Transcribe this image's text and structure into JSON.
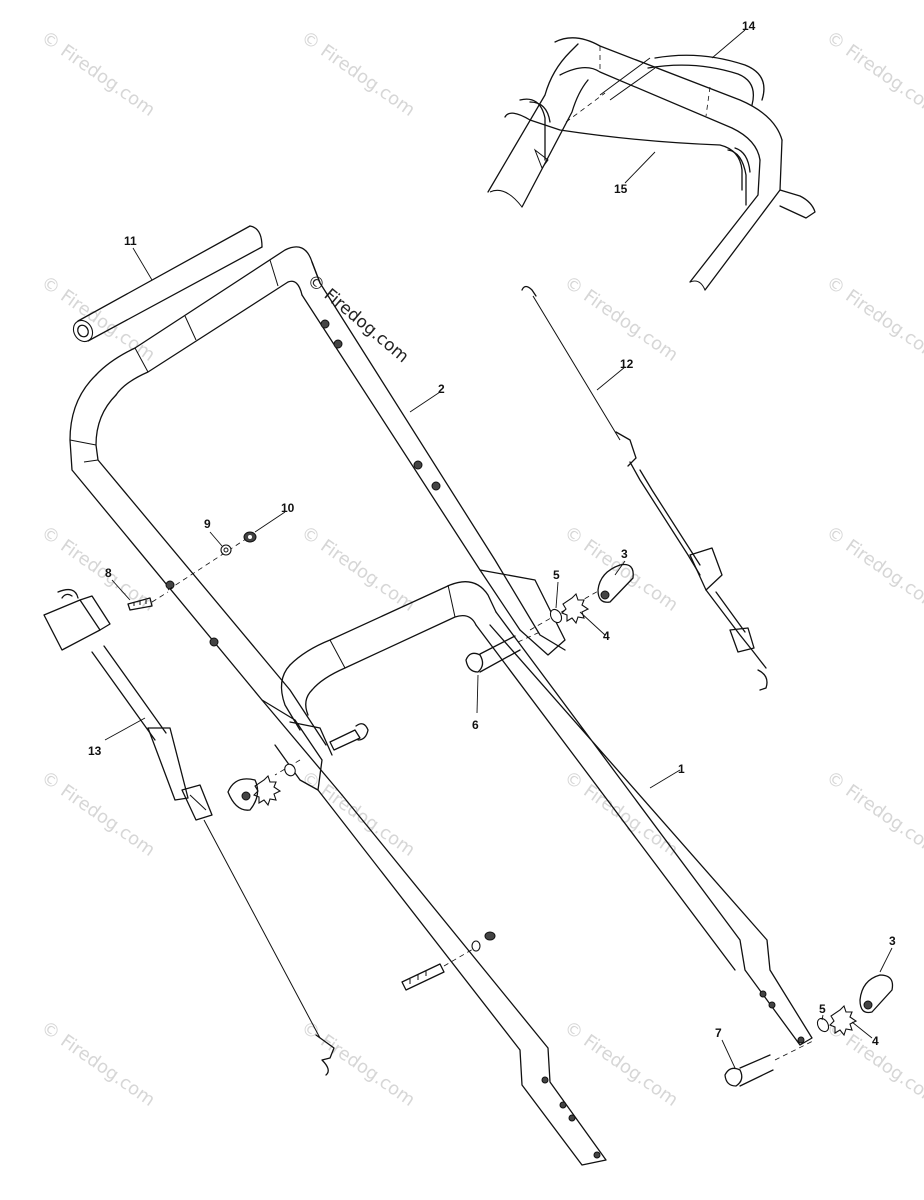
{
  "watermark": {
    "main_text": "© Firedog.com",
    "tile_text": "© Firedog.com"
  },
  "callouts": [
    {
      "id": "c14",
      "label": "14"
    },
    {
      "id": "c15",
      "label": "15"
    },
    {
      "id": "c11",
      "label": "11"
    },
    {
      "id": "c2",
      "label": "2"
    },
    {
      "id": "c12",
      "label": "12"
    },
    {
      "id": "c9",
      "label": "9"
    },
    {
      "id": "c10",
      "label": "10"
    },
    {
      "id": "c8",
      "label": "8"
    },
    {
      "id": "c5a",
      "label": "5"
    },
    {
      "id": "c3a",
      "label": "3"
    },
    {
      "id": "c4a",
      "label": "4"
    },
    {
      "id": "c6",
      "label": "6"
    },
    {
      "id": "c13",
      "label": "13"
    },
    {
      "id": "c1",
      "label": "1"
    },
    {
      "id": "c3b",
      "label": "3"
    },
    {
      "id": "c5b",
      "label": "5"
    },
    {
      "id": "c7",
      "label": "7"
    },
    {
      "id": "c4b",
      "label": "4"
    }
  ]
}
